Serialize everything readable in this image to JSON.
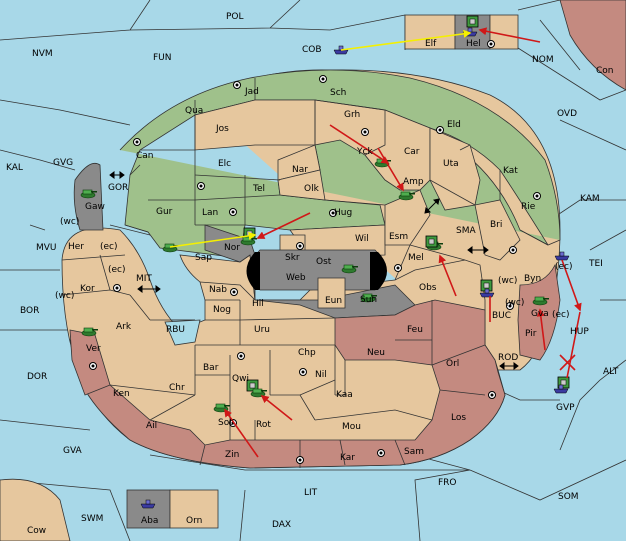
{
  "colors": {
    "sea": "#a8d8e8",
    "green": "#9fc18b",
    "tan": "#e6c79e",
    "red": "#c48a80",
    "gray": "#8a8a8a",
    "move_red": "#d01818",
    "move_yellow": "#f5f000",
    "unit_green": "#3f9a3f"
  },
  "sea_labels": [
    {
      "key": "POL",
      "text": "POL"
    },
    {
      "key": "NVM",
      "text": "NVM"
    },
    {
      "key": "FUN",
      "text": "FUN"
    },
    {
      "key": "COB",
      "text": "COB"
    },
    {
      "key": "NOM",
      "text": "NOM"
    },
    {
      "key": "Con",
      "text": "Con"
    },
    {
      "key": "OVD",
      "text": "OVD"
    },
    {
      "key": "KAL",
      "text": "KAL"
    },
    {
      "key": "GVG",
      "text": "GVG"
    },
    {
      "key": "GOR",
      "text": "GOR"
    },
    {
      "key": "KAM",
      "text": "KAM"
    },
    {
      "key": "SMA",
      "text": "SMA"
    },
    {
      "key": "TEI",
      "text": "TEI"
    },
    {
      "key": "MVU",
      "text": "MVU"
    },
    {
      "key": "MIT",
      "text": "MIT"
    },
    {
      "key": "BOR",
      "text": "BOR"
    },
    {
      "key": "RBU",
      "text": "RBU"
    },
    {
      "key": "BUC",
      "text": "BUC"
    },
    {
      "key": "HUP",
      "text": "HUP"
    },
    {
      "key": "DOR",
      "text": "DOR"
    },
    {
      "key": "ROD",
      "text": "ROD"
    },
    {
      "key": "ALT",
      "text": "ALT"
    },
    {
      "key": "GVP",
      "text": "GVP"
    },
    {
      "key": "GVA",
      "text": "GVA"
    },
    {
      "key": "FRO",
      "text": "FRO"
    },
    {
      "key": "SOM",
      "text": "SOM"
    },
    {
      "key": "LIT",
      "text": "LIT"
    },
    {
      "key": "SWM",
      "text": "SWM"
    },
    {
      "key": "DAX",
      "text": "DAX"
    },
    {
      "key": "Cow",
      "text": "Cow"
    }
  ],
  "land_labels": [
    {
      "key": "Elf",
      "text": "Elf"
    },
    {
      "key": "Hel",
      "text": "Hel"
    },
    {
      "key": "Jad",
      "text": "Jad"
    },
    {
      "key": "Sch",
      "text": "Sch"
    },
    {
      "key": "Qua",
      "text": "Qua"
    },
    {
      "key": "Grh",
      "text": "Grh"
    },
    {
      "key": "Jos",
      "text": "Jos"
    },
    {
      "key": "Can",
      "text": "Can"
    },
    {
      "key": "Elc",
      "text": "Elc"
    },
    {
      "key": "Nar",
      "text": "Nar"
    },
    {
      "key": "Yck",
      "text": "Yck"
    },
    {
      "key": "Car",
      "text": "Car"
    },
    {
      "key": "Eld",
      "text": "Eld"
    },
    {
      "key": "Uta",
      "text": "Uta"
    },
    {
      "key": "Kat",
      "text": "Kat"
    },
    {
      "key": "Tel",
      "text": "Tel"
    },
    {
      "key": "Olk",
      "text": "Olk"
    },
    {
      "key": "Amp",
      "text": "Amp"
    },
    {
      "key": "Gaw",
      "text": "Gaw"
    },
    {
      "key": "Gur",
      "text": "Gur"
    },
    {
      "key": "Lan",
      "text": "Lan"
    },
    {
      "key": "Hug",
      "text": "Hug"
    },
    {
      "key": "Rie",
      "text": "Rie"
    },
    {
      "key": "Bri",
      "text": "Bri"
    },
    {
      "key": "Nor",
      "text": "Nor"
    },
    {
      "key": "Sap",
      "text": "Sap"
    },
    {
      "key": "Wil",
      "text": "Wil"
    },
    {
      "key": "Esm",
      "text": "Esm"
    },
    {
      "key": "Skr",
      "text": "Skr"
    },
    {
      "key": "Ost",
      "text": "Ost"
    },
    {
      "key": "Web",
      "text": "Web"
    },
    {
      "key": "Mel",
      "text": "Mel"
    },
    {
      "key": "Her",
      "text": "Her"
    },
    {
      "key": "wc1",
      "text": "(wc)"
    },
    {
      "key": "ec1",
      "text": "(ec)"
    },
    {
      "key": "ec2",
      "text": "(ec)"
    },
    {
      "key": "Kor",
      "text": "Kor"
    },
    {
      "key": "wc2",
      "text": "(wc)"
    },
    {
      "key": "Nab",
      "text": "Nab"
    },
    {
      "key": "Hil",
      "text": "Hil"
    },
    {
      "key": "Eun",
      "text": "Eun"
    },
    {
      "key": "Sun",
      "text": "Sun"
    },
    {
      "key": "Obs",
      "text": "Obs"
    },
    {
      "key": "Byn",
      "text": "Byn"
    },
    {
      "key": "ec3",
      "text": "(ec)"
    },
    {
      "key": "wc3",
      "text": "(wc)"
    },
    {
      "key": "Gva",
      "text": "Gva"
    },
    {
      "key": "wc4",
      "text": "(wc)"
    },
    {
      "key": "ec4",
      "text": "(ec)"
    },
    {
      "key": "Pir",
      "text": "Pir"
    },
    {
      "key": "Ark",
      "text": "Ark"
    },
    {
      "key": "Nog",
      "text": "Nog"
    },
    {
      "key": "Uru",
      "text": "Uru"
    },
    {
      "key": "Feu",
      "text": "Feu"
    },
    {
      "key": "Ver",
      "text": "Ver"
    },
    {
      "key": "Neu",
      "text": "Neu"
    },
    {
      "key": "Chp",
      "text": "Chp"
    },
    {
      "key": "Orl",
      "text": "Orl"
    },
    {
      "key": "Bar",
      "text": "Bar"
    },
    {
      "key": "Nil",
      "text": "Nil"
    },
    {
      "key": "Qwi",
      "text": "Qwi"
    },
    {
      "key": "Chr",
      "text": "Chr"
    },
    {
      "key": "Ken",
      "text": "Ken"
    },
    {
      "key": "Kaa",
      "text": "Kaa"
    },
    {
      "key": "Sot",
      "text": "Sot"
    },
    {
      "key": "Rot",
      "text": "Rot"
    },
    {
      "key": "Los",
      "text": "Los"
    },
    {
      "key": "Ail",
      "text": "Ail"
    },
    {
      "key": "Mou",
      "text": "Mou"
    },
    {
      "key": "Zin",
      "text": "Zin"
    },
    {
      "key": "Sam",
      "text": "Sam"
    },
    {
      "key": "Kar",
      "text": "Kar"
    },
    {
      "key": "Aba",
      "text": "Aba"
    },
    {
      "key": "Orn",
      "text": "Orn"
    }
  ]
}
